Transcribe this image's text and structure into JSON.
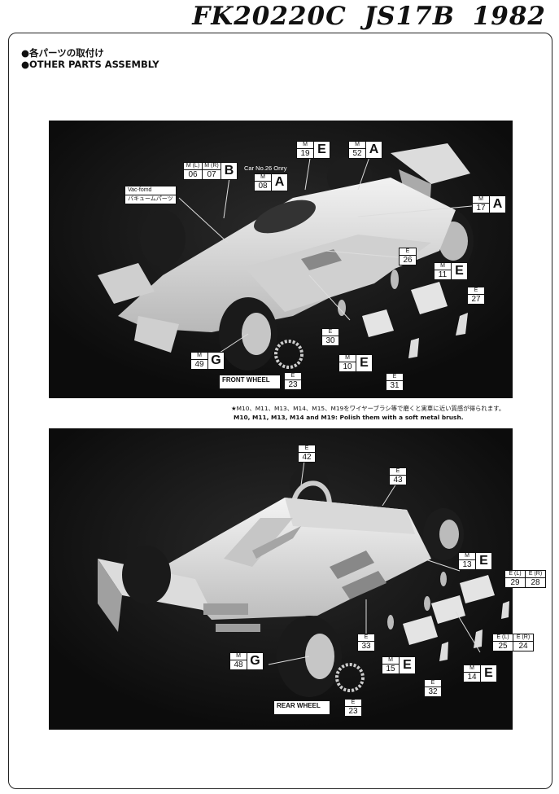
{
  "page": {
    "title": "FK20220C  JS17B 1982",
    "heading_jp": "●各パーツの取付け",
    "heading_en": "●OTHER PARTS ASSEMBLY"
  },
  "top_photo": {
    "car_number": "Car No.26 Onry",
    "vac_caption": {
      "line1": "Vac-fomd",
      "line2": "バキュームパーツ"
    },
    "front_wheel": "FRONT WHEEL",
    "labels": {
      "m06_07": {
        "tl": "M (L)",
        "tr": "M (R)",
        "nl": "06",
        "nr": "07",
        "letter": "B"
      },
      "m19": {
        "t": "M",
        "n": "19",
        "letter": "E"
      },
      "m52": {
        "t": "M",
        "n": "52",
        "letter": "A"
      },
      "m08": {
        "t": "M",
        "n": "08",
        "letter": "A"
      },
      "m17": {
        "t": "M",
        "n": "17",
        "letter": "A"
      },
      "e26": {
        "t": "E",
        "n": "26"
      },
      "m11": {
        "t": "M",
        "n": "11",
        "letter": "E"
      },
      "e27": {
        "t": "E",
        "n": "27"
      },
      "e30": {
        "t": "E",
        "n": "30"
      },
      "m10": {
        "t": "M",
        "n": "10",
        "letter": "E"
      },
      "m49": {
        "t": "M",
        "n": "49",
        "letter": "G"
      },
      "e23": {
        "t": "E",
        "n": "23"
      },
      "e31": {
        "t": "E",
        "n": "31"
      }
    }
  },
  "note": {
    "jp": "★M10、M11、M13、M14、M15、M19をワイヤーブラシ等で磨くと実車に近い質感が得られます。",
    "en": "M10, M11, M13, M14 and M19:  Polish them with a soft metal brush."
  },
  "bottom_photo": {
    "rear_wheel": "REAR WHEEL",
    "labels": {
      "e42": {
        "t": "E",
        "n": "42"
      },
      "e43": {
        "t": "E",
        "n": "43"
      },
      "m13": {
        "t": "M",
        "n": "13",
        "letter": "E"
      },
      "e29_28": {
        "tl": "E (L)",
        "tr": "E (R)",
        "nl": "29",
        "nr": "28"
      },
      "e33": {
        "t": "E",
        "n": "33"
      },
      "e25_24": {
        "tl": "E (L)",
        "tr": "E (R)",
        "nl": "25",
        "nr": "24"
      },
      "m15": {
        "t": "M",
        "n": "15",
        "letter": "E"
      },
      "m14": {
        "t": "M",
        "n": "14",
        "letter": "E"
      },
      "m48": {
        "t": "M",
        "n": "48",
        "letter": "G"
      },
      "e32": {
        "t": "E",
        "n": "32"
      },
      "e23": {
        "t": "E",
        "n": "23"
      }
    }
  }
}
